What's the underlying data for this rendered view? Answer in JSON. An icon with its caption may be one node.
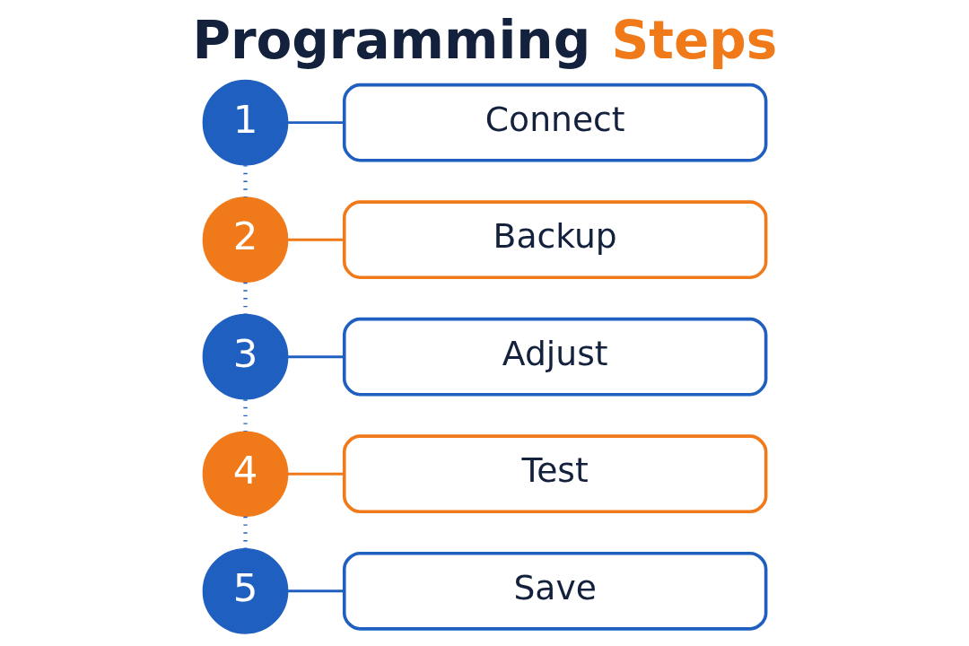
{
  "diagram": {
    "title": "Programming Steps",
    "nodes": [
      {
        "text": [
          "1"
        ]
      },
      {
        "text": [
          "Connect"
        ]
      },
      {
        "text": [
          "2"
        ]
      },
      {
        "text": [
          "Backup"
        ]
      },
      {
        "text": [
          "3"
        ]
      },
      {
        "text": [
          "Adjust"
        ]
      },
      {
        "text": [
          "4"
        ]
      },
      {
        "text": [
          "Test"
        ]
      },
      {
        "text": [
          "5"
        ]
      },
      {
        "text": [
          "Save"
        ]
      }
    ],
    "edges": [
      {
        "from": 0,
        "to": 1,
        "arrow": "none"
      },
      {
        "from": 2,
        "to": 3,
        "arrow": "none",
        "color": "#f07a1a"
      },
      {
        "from": 4,
        "to": 5,
        "arrow": "none"
      },
      {
        "from": 6,
        "to": 7,
        "arrow": "none",
        "color": "#f07a1a"
      },
      {
        "from": 8,
        "to": 9,
        "arrow": "none"
      },
      {
        "from": 0,
        "to": 2,
        "arrow": "none",
        "style": "dashed"
      },
      {
        "from": 2,
        "to": 4,
        "arrow": "none",
        "style": "dashed"
      },
      {
        "from": 4,
        "to": 6,
        "arrow": "none",
        "style": "dashed"
      },
      {
        "from": 6,
        "to": 8,
        "arrow": "none",
        "style": "dashed"
      }
    ]
  }
}
